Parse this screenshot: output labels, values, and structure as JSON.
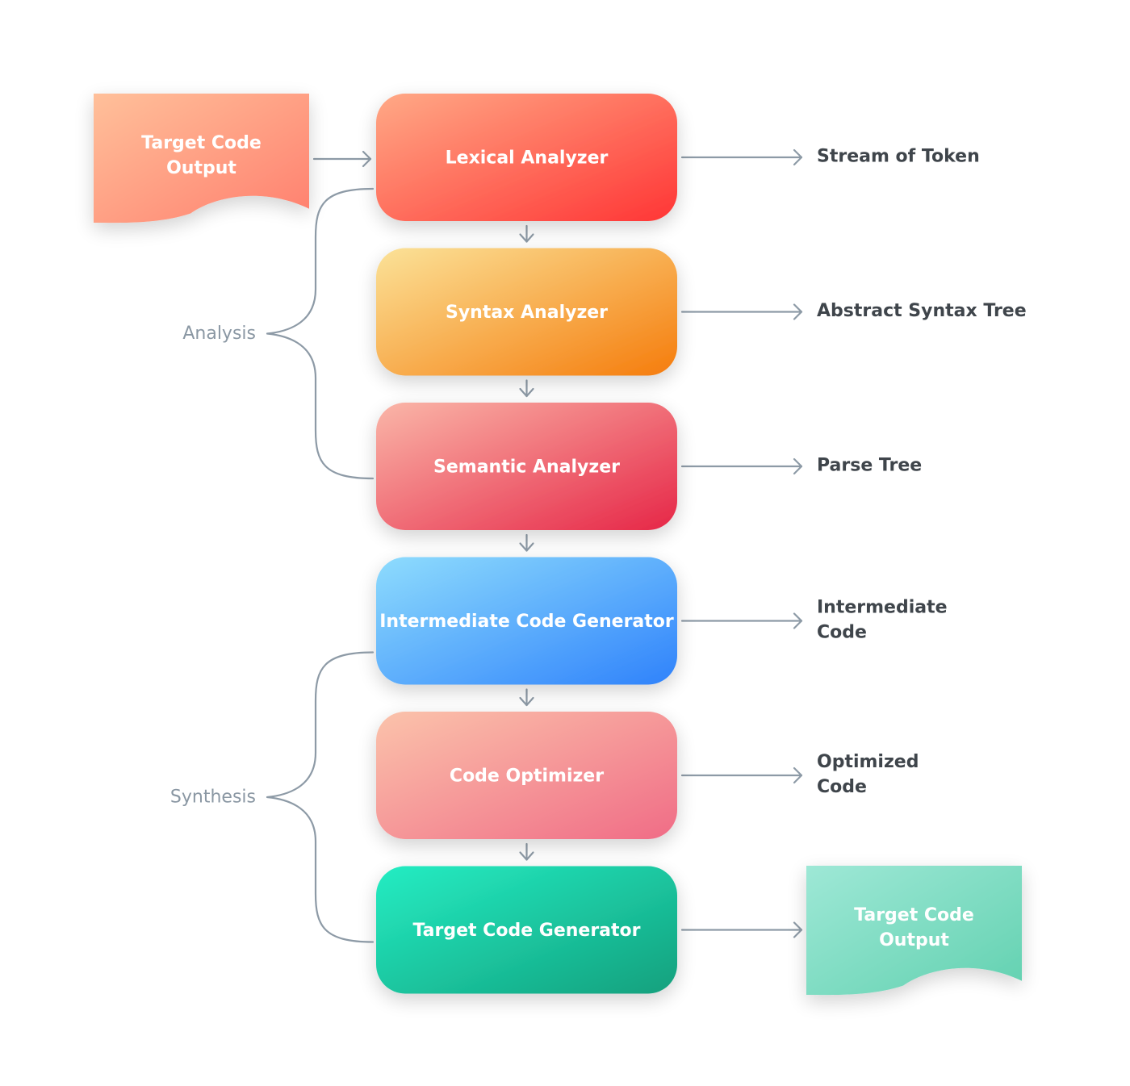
{
  "input_document": {
    "lines": [
      "Target Code",
      "Output"
    ],
    "color_start": "#ffc09a",
    "color_end": "#ff7f6e"
  },
  "output_document": {
    "lines": [
      "Target Code",
      "Output"
    ],
    "color_start": "#9ee8d6",
    "color_end": "#62d1b0"
  },
  "stages": [
    {
      "label": "Lexical Analyzer",
      "output_lines": [
        "Stream of Token"
      ],
      "color_start": "#ffa986",
      "color_end": "#ff3535"
    },
    {
      "label": "Syntax Analyzer",
      "output_lines": [
        "Abstract Syntax Tree"
      ],
      "color_start": "#fbe298",
      "color_end": "#f57c0c"
    },
    {
      "label": "Semantic Analyzer",
      "output_lines": [
        "Parse Tree"
      ],
      "color_start": "#fab6a8",
      "color_end": "#e62647"
    },
    {
      "label": "Intermediate Code Generator",
      "output_lines": [
        "Intermediate",
        "Code"
      ],
      "color_start": "#8edcfd",
      "color_end": "#2f82fb"
    },
    {
      "label": "Code Optimizer",
      "output_lines": [
        "Optimized",
        "Code"
      ],
      "color_start": "#fbc3ab",
      "color_end": "#f06c86"
    },
    {
      "label": "Target Code Generator",
      "output_lines": [],
      "color_start": "#25edc3",
      "color_end": "#12a07d"
    }
  ],
  "groups": [
    {
      "label": "Analysis",
      "stages": [
        0,
        2
      ]
    },
    {
      "label": "Synthesis",
      "stages": [
        3,
        5
      ]
    }
  ]
}
